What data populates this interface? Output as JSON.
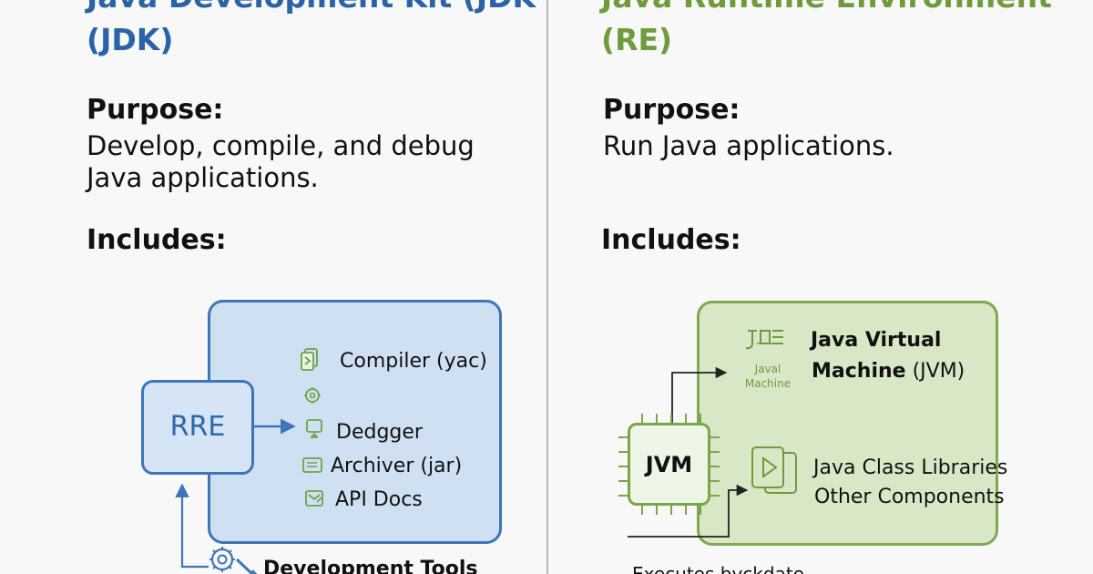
{
  "colors": {
    "jdk_accent": "#2b64a6",
    "jre_accent": "#6f9b3d",
    "jdk_panel_fill": "#cfe0f3",
    "jre_panel_fill": "#d8e8c7",
    "divider": "#b8b8b8"
  },
  "left": {
    "title_line_1": "Java Development Kit (JDK",
    "title_line_2": "(JDK)",
    "purpose_label": "Purpose:",
    "purpose_line_1": "Develop, compile, and debug",
    "purpose_line_2": "Java applications.",
    "includes_label": "Includes:",
    "diagram": {
      "rre_label": "RRE",
      "items": [
        {
          "label": "Compiler (yac)",
          "icon": "compiler-file-icon"
        },
        {
          "label": "Dedgger",
          "icon": "debugger-icon"
        },
        {
          "label": "Archiver (jar)",
          "icon": "archiver-icon"
        },
        {
          "label": "API Docs",
          "icon": "api-docs-icon"
        }
      ],
      "small_icon": "gear-cluster-icon",
      "tools_label": "Development Tools",
      "tools_icon": "tools-gear-icon"
    }
  },
  "right": {
    "title_line_1": "Java Runtime Environment",
    "title_line_2": "(RE)",
    "purpose_label": "Purpose:",
    "purpose_line_1": "Run Java applications.",
    "includes_label": "Includes:",
    "diagram": {
      "logo_text": "Javal",
      "logo_subtext": "Machine",
      "vm_title_line_1": "Java Virtual",
      "vm_title_line_2_bold": "Machine",
      "vm_title_line_2_rest": "(JVM)",
      "jvm_chip_label": "JVM",
      "libraries_line_1": "Java Class Libraries",
      "libraries_line_2": "Other Components",
      "executes_label": "Executes byckdate",
      "logo_icon": "java-logo-icon",
      "libraries_icon": "class-libraries-icon"
    }
  }
}
